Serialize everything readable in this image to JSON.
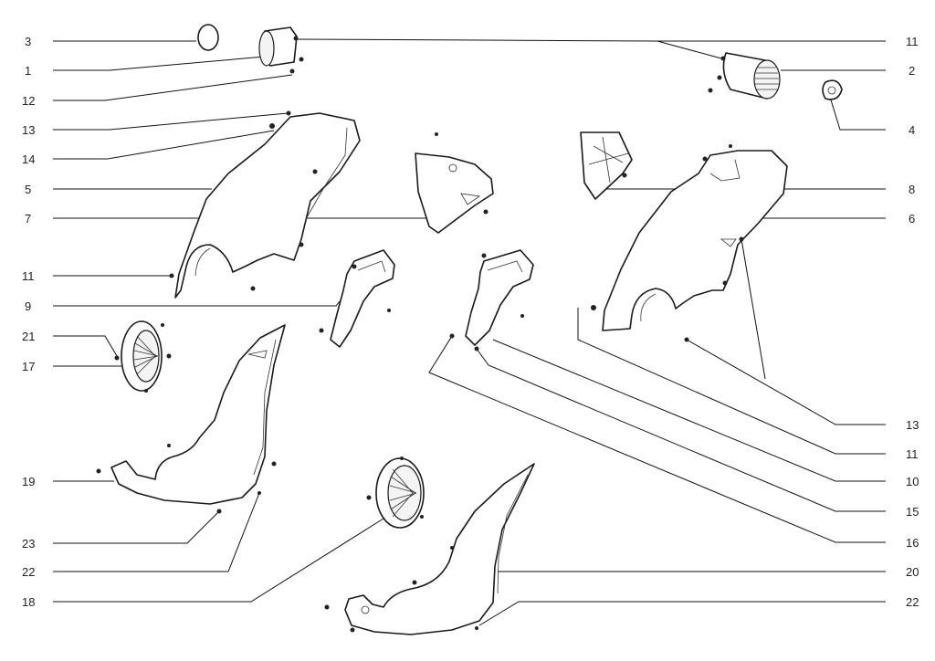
{
  "colors": {
    "ink": "#1a1a1a",
    "label": "#222222",
    "background": "#ffffff"
  },
  "labels_left": [
    "3",
    "1",
    "12",
    "13",
    "14",
    "5",
    "7",
    "11",
    "9",
    "21",
    "17",
    "19",
    "23",
    "22",
    "18"
  ],
  "labels_right": [
    "11",
    "2",
    "4",
    "8",
    "6",
    "13",
    "11",
    "10",
    "15",
    "16",
    "20",
    "22"
  ],
  "icons": [
    "o-ring-icon",
    "grille-icon",
    "screw-icon",
    "clip-icon"
  ]
}
